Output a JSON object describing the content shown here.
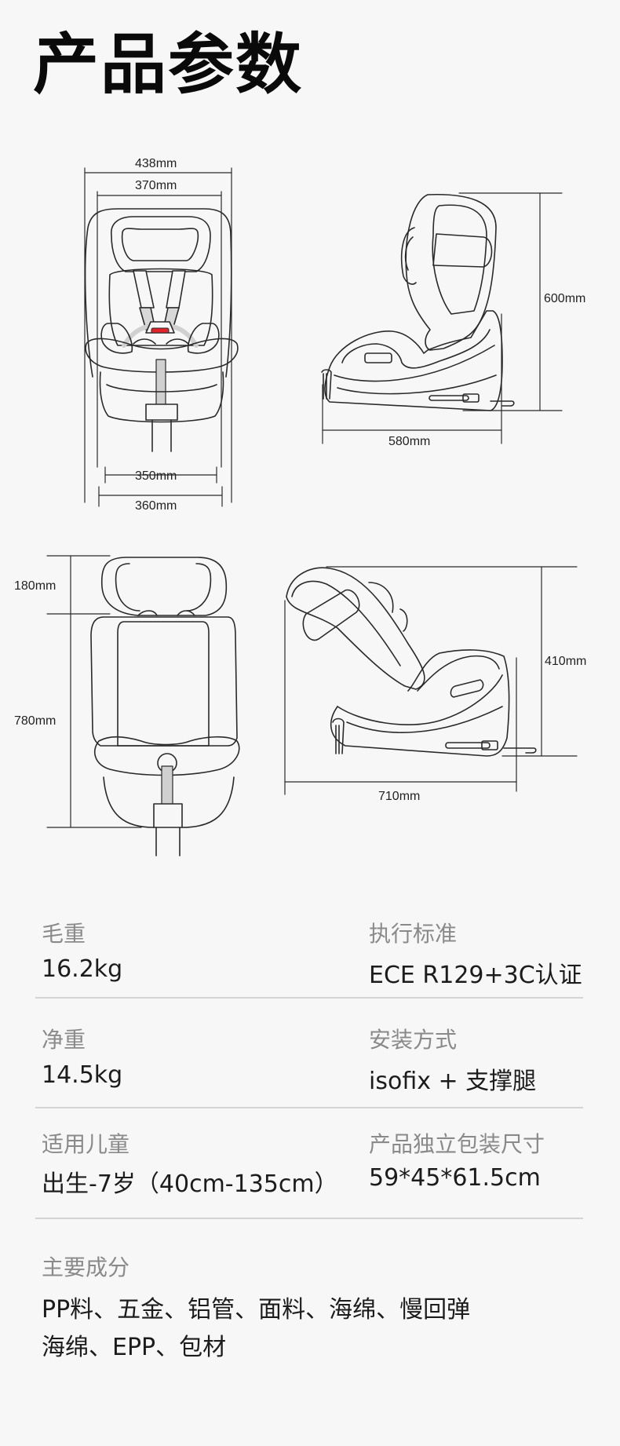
{
  "header": {
    "title": "产品参数"
  },
  "dimensions": {
    "front_view": {
      "width_outer": "438mm",
      "width_inner": "370mm",
      "base_inner": "350mm",
      "base_outer": "360mm"
    },
    "side_view_upright": {
      "height": "600mm",
      "depth": "580mm"
    },
    "back_view": {
      "headrest_height": "180mm",
      "total_height": "780mm"
    },
    "side_view_reclined": {
      "height": "410mm",
      "depth": "710mm"
    }
  },
  "colors": {
    "background": "#f7f7f7",
    "line": "#2a2a2a",
    "label_gray": "#8a8a8a",
    "divider": "#d4d4d4",
    "buckle_accent": "#e0242a",
    "strap_gray": "#d0d0d0"
  },
  "specs": [
    {
      "label": "毛重",
      "value": "16.2kg"
    },
    {
      "label": "执行标准",
      "value": "ECE R129+3C认证"
    },
    {
      "label": "净重",
      "value": "14.5kg"
    },
    {
      "label": "安装方式",
      "value": "isofix + 支撑腿"
    },
    {
      "label": "适用儿童",
      "value": "出生-7岁（40cm-135cm）"
    },
    {
      "label": "产品独立包装尺寸",
      "value": "59*45*61.5cm"
    }
  ],
  "materials": {
    "label": "主要成分",
    "value": "PP料、五金、铝管、面料、海绵、慢回弹海绵、EPP、包材"
  }
}
